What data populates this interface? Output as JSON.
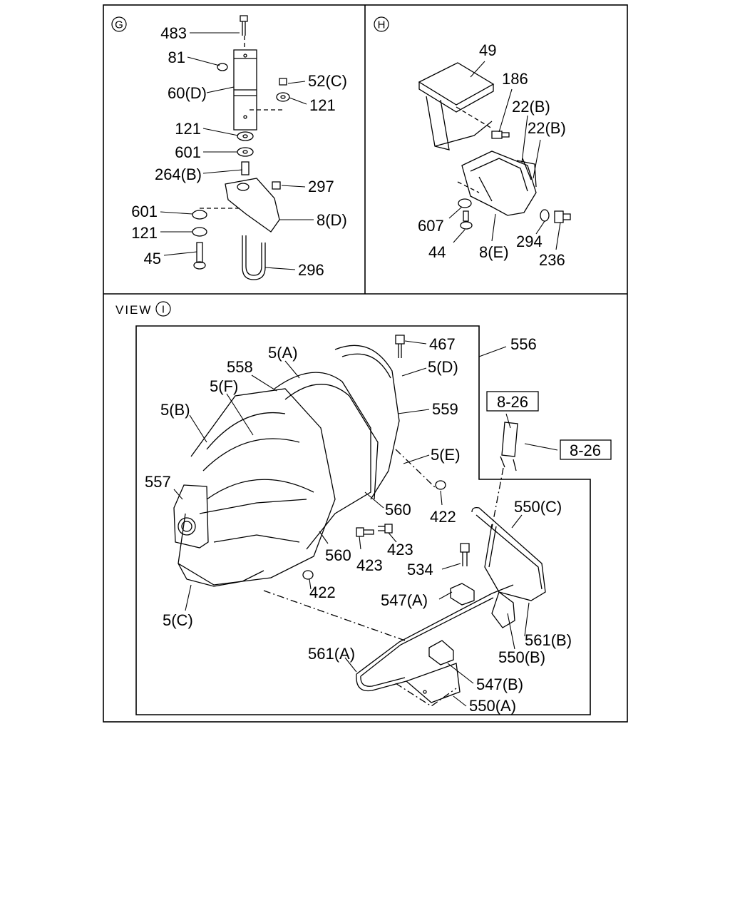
{
  "panels": {
    "g": {
      "marker": "G"
    },
    "h": {
      "marker": "H"
    },
    "view": {
      "label": "VIEW",
      "marker": "I"
    }
  },
  "labels": {
    "g_483": "483",
    "g_81": "81",
    "g_52c": "52(C)",
    "g_60d": "60(D)",
    "g_121a": "121",
    "g_121b": "121",
    "g_601a": "601",
    "g_264b": "264(B)",
    "g_297": "297",
    "g_601b": "601",
    "g_8d": "8(D)",
    "g_121c": "121",
    "g_45": "45",
    "g_296": "296",
    "h_49": "49",
    "h_186": "186",
    "h_22b1": "22(B)",
    "h_22b2": "22(B)",
    "h_607": "607",
    "h_44": "44",
    "h_8e": "8(E)",
    "h_294": "294",
    "h_236": "236",
    "i_467": "467",
    "i_5a": "5(A)",
    "i_556": "556",
    "i_558": "558",
    "i_5d": "5(D)",
    "i_5f": "5(F)",
    "i_5b": "5(B)",
    "i_559": "559",
    "i_826a": "8-26",
    "i_826b": "8-26",
    "i_5e": "5(E)",
    "i_557": "557",
    "i_560a": "560",
    "i_422a": "422",
    "i_550c": "550(C)",
    "i_423a": "423",
    "i_423b": "423",
    "i_560b": "560",
    "i_534": "534",
    "i_422b": "422",
    "i_547a": "547(A)",
    "i_5c": "5(C)",
    "i_561b": "561(B)",
    "i_550b": "550(B)",
    "i_561a": "561(A)",
    "i_547b": "547(B)",
    "i_550a": "550(A)"
  }
}
